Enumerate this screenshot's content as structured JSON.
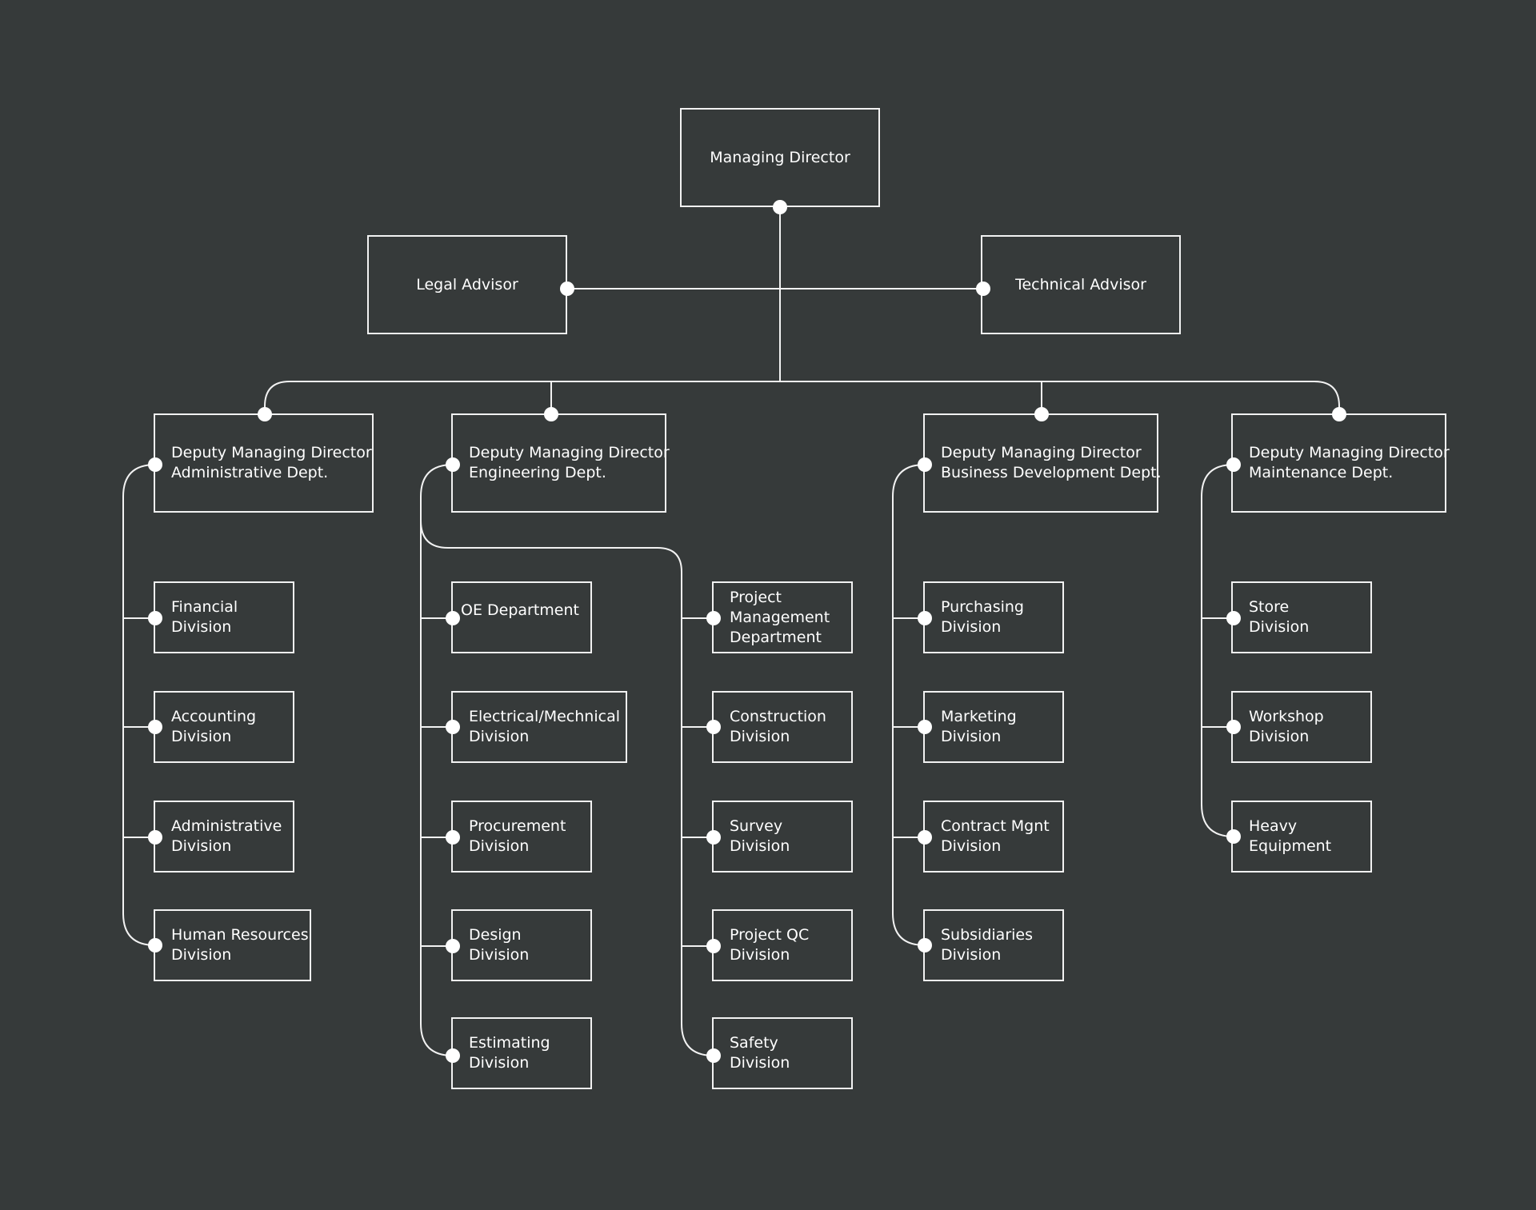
{
  "top": {
    "managing_director": "Managing Director",
    "legal_advisor": "Legal Advisor",
    "technical_advisor": "Technical Advisor"
  },
  "deputies": {
    "admin": [
      "Deputy Managing Director",
      "Administrative Dept."
    ],
    "engineering": [
      "Deputy Managing Director",
      "Engineering Dept."
    ],
    "business": [
      "Deputy Managing Director",
      "Business Development Dept."
    ],
    "maintenance": [
      "Deputy Managing Director",
      "Maintenance Dept."
    ]
  },
  "admin_divisions": [
    [
      "Financial",
      "Division"
    ],
    [
      "Accounting",
      "Division"
    ],
    [
      "Administrative",
      "Division"
    ],
    [
      "Human Resources",
      "Division"
    ]
  ],
  "engineering_left": [
    [
      "OE Department"
    ],
    [
      "Electrical/Mechnical",
      "Division"
    ],
    [
      "Procurement",
      "Division"
    ],
    [
      "Design",
      "Division"
    ],
    [
      "Estimating",
      "Division"
    ]
  ],
  "engineering_right": [
    [
      "Project",
      "Management",
      "Department"
    ],
    [
      "Construction",
      "Division"
    ],
    [
      "Survey",
      "Division"
    ],
    [
      "Project QC",
      "Division"
    ],
    [
      "Safety",
      "Division"
    ]
  ],
  "business_divisions": [
    [
      "Purchasing",
      "Division"
    ],
    [
      "Marketing",
      "Division"
    ],
    [
      "Contract Mgnt",
      "Division"
    ],
    [
      "Subsidiaries",
      "Division"
    ]
  ],
  "maintenance_divisions": [
    [
      "Store",
      "Division"
    ],
    [
      "Workshop",
      "Division"
    ],
    [
      "Heavy",
      "Equipment"
    ]
  ]
}
